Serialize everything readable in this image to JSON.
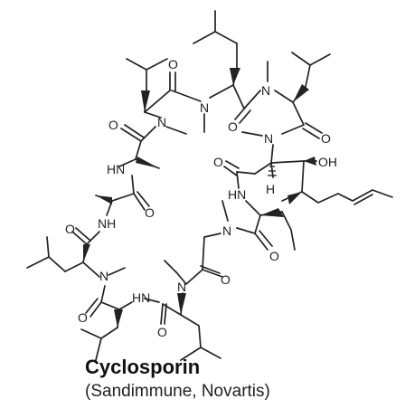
{
  "caption": {
    "name": "Cyclosporin",
    "subtitle": "(Sandimmune, Novartis)"
  },
  "atom_labels": {
    "o": "O",
    "n": "N",
    "hn": "HN",
    "nh": "NH",
    "h": "H",
    "oh": "OH"
  },
  "colors": {
    "ink": "#222222",
    "background": "#ffffff"
  }
}
